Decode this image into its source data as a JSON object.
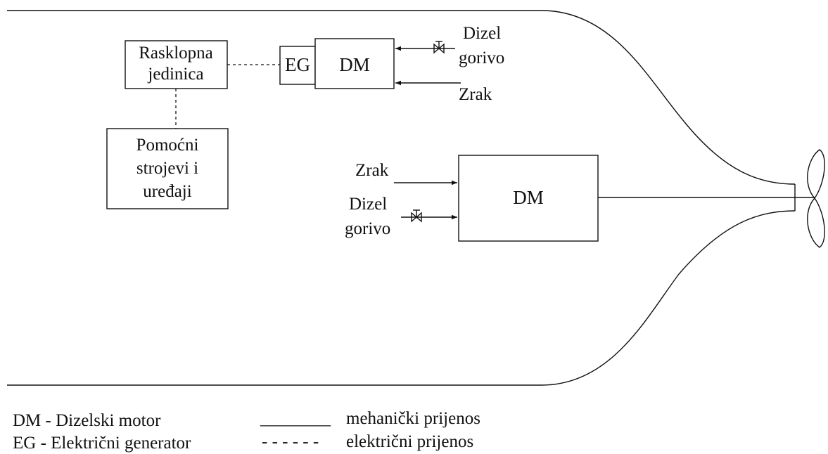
{
  "aux_unit": {
    "switchboard": {
      "line1": "Rasklopna",
      "line2": "jedinica"
    },
    "aux_machinery": {
      "line1": "Pomoćni",
      "line2": "strojevi i",
      "line3": "uređaji"
    },
    "generator": "EG",
    "engine": "DM",
    "fuel": {
      "line1": "Dizel",
      "line2": "gorivo"
    },
    "air": "Zrak"
  },
  "main_unit": {
    "engine": "DM",
    "air": "Zrak",
    "fuel": {
      "line1": "Dizel",
      "line2": "gorivo"
    }
  },
  "legend": {
    "dm": "DM - Dizelski motor",
    "eg": "EG - Električni generator",
    "mechanical_sample": "________",
    "mechanical": "mehanički prijenos",
    "electrical_sample": "- - - - - -",
    "electrical": "električni prijenos"
  }
}
